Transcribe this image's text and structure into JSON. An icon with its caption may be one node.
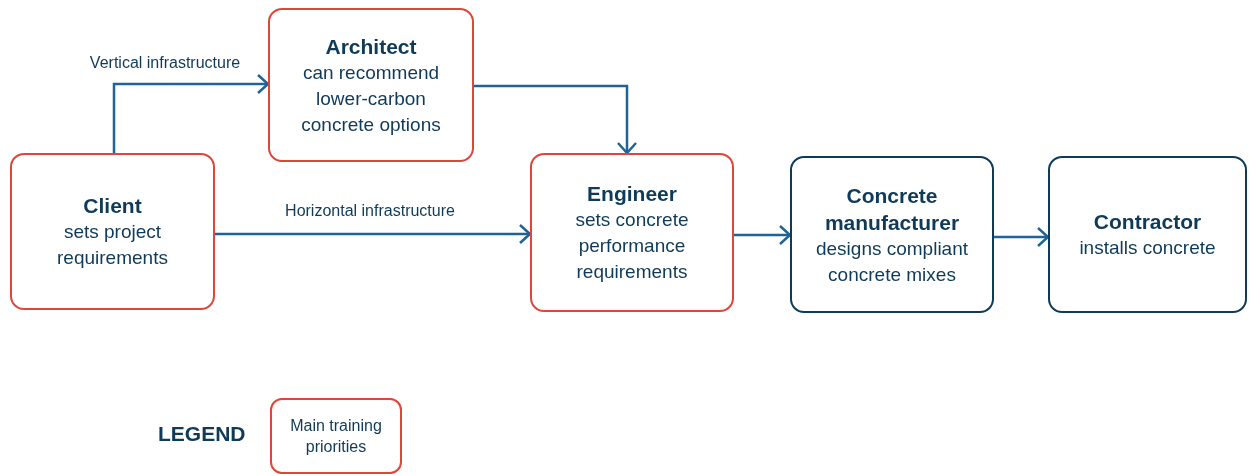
{
  "diagram": {
    "nodes": [
      {
        "text": [
          "Client",
          "sets project requirements"
        ]
      },
      {
        "text": [
          "Architect",
          "can recommend lower-carbon concrete options"
        ]
      },
      {
        "text": [
          "Engineer",
          "sets concrete performance requirements"
        ]
      },
      {
        "text": [
          "Concrete manufacturer",
          "designs compliant concrete mixes"
        ]
      },
      {
        "text": [
          "Contractor",
          "installs concrete"
        ]
      }
    ],
    "edges": [
      {
        "from": 0,
        "to": 1,
        "arrow": "to",
        "label": "Vertical infrastructure"
      },
      {
        "from": 0,
        "to": 2,
        "arrow": "to",
        "label": "Horizontal infrastructure"
      },
      {
        "from": 1,
        "to": 2,
        "arrow": "to"
      },
      {
        "from": 2,
        "to": 3,
        "arrow": "to"
      },
      {
        "from": 3,
        "to": 4,
        "arrow": "to"
      }
    ],
    "labels": [
      "LEGEND"
    ],
    "legend": [
      {
        "text": "Main training priorities"
      }
    ]
  }
}
